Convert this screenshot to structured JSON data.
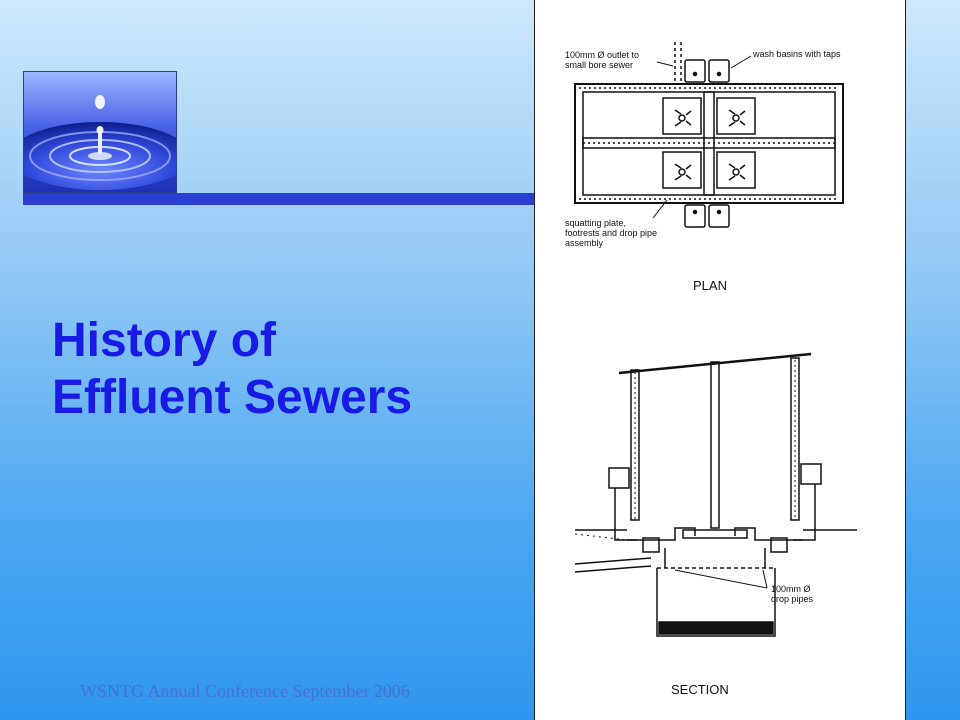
{
  "slide": {
    "title_line1": "History of",
    "title_line2": "Effluent Sewers",
    "footer": "WSNTG Annual Conference  September 2006"
  },
  "drawing": {
    "plan_label": "PLAN",
    "section_label": "SECTION",
    "callout_outlet_line1": "100mm Ø outlet to",
    "callout_outlet_line2": "small bore sewer",
    "callout_basins": "wash basins with taps",
    "callout_plate_line1": "squatting plate,",
    "callout_plate_line2": "footrests and drop pipe",
    "callout_plate_line3": "assembly",
    "callout_pipes_line1": "100mm Ø",
    "callout_pipes_line2": "drop pipes"
  },
  "colors": {
    "title": "#1a1ae6",
    "rule": "#2a3fd2",
    "footer": "#4b6fd0",
    "background_top": "#cfe8fb",
    "background_bottom": "#2e96ee"
  },
  "icons": {
    "thumbnail": "water-drop-ripple-image"
  }
}
